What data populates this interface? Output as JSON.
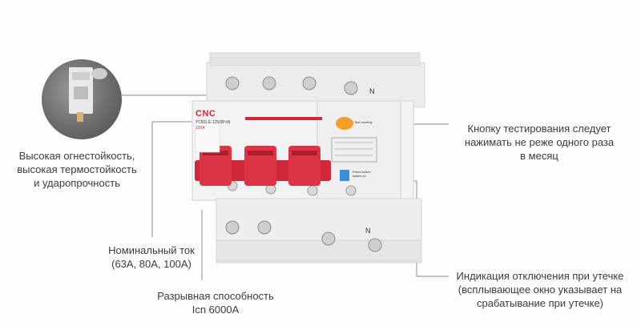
{
  "device": {
    "brand": "CNC",
    "model": "YCB1LE-125/3P+N",
    "rating": "100A",
    "neutral_top": "N",
    "neutral_bottom": "N",
    "test_label": "Test monthly",
    "indicator_label": "Press before switch on"
  },
  "callouts": {
    "fire_resistance": [
      "Высокая огнестойкость,",
      "высокая термостойкость",
      "и ударопрочность"
    ],
    "test_button": [
      "Кнопку тестирования следует",
      "нажимать не реже одного раза",
      "в месяц"
    ],
    "rated_current": [
      "Номинальный ток",
      "(63А, 80А, 100А)"
    ],
    "leak_indicator": [
      "Индикация отключения при утечке",
      "(всплывающее окно указывает на",
      "срабатывание при утечке)"
    ],
    "breaking_capacity": [
      "Разрывная способность",
      "Icn 6000А"
    ]
  },
  "colors": {
    "brand_red": "#d0283a",
    "test_button_orange": "#f3a02a",
    "indicator_blue": "#3b8fd8",
    "body_white": "#f2f2f2"
  }
}
